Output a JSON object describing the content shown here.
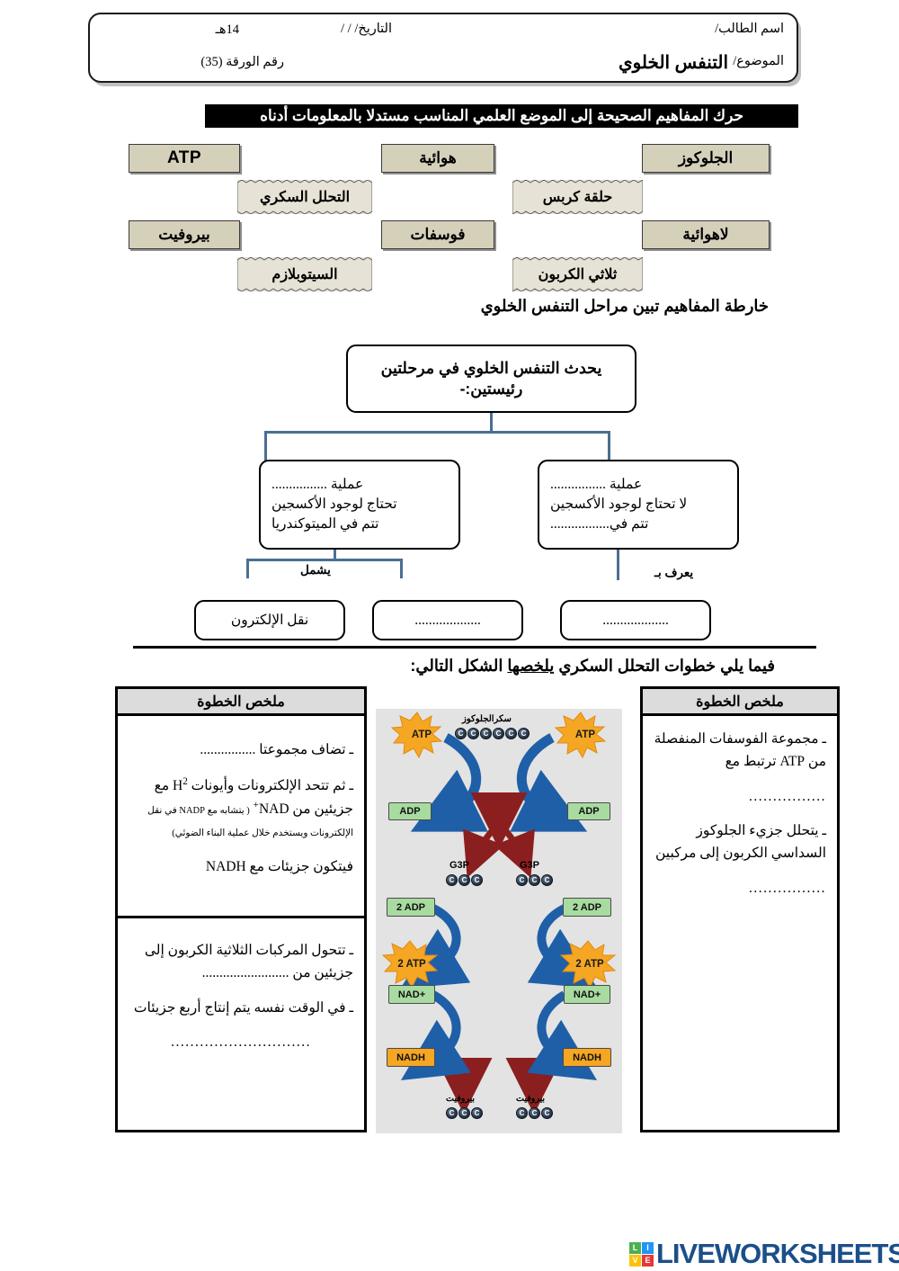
{
  "header": {
    "student_label": "اسم الطالب/",
    "subject_label": "الموضوع/",
    "subject_title": "التنفس الخلوي",
    "date_label": "التاريخ/   /   /",
    "hijri": "14هـ",
    "paper_number": "رقم الورقة (35)"
  },
  "banner": {
    "instruction": "حرك المفاهيم الصحيحة إلى الموضع العلمي المناسب مستدلا بالمعلومات أدناه"
  },
  "concept_tiles": [
    {
      "label": "ATP",
      "type": "latin"
    },
    {
      "label": "هوائية",
      "type": "arabic"
    },
    {
      "label": "الجلوكوز",
      "type": "arabic"
    },
    {
      "label": "بيروفيت",
      "type": "arabic"
    },
    {
      "label": "فوسفات",
      "type": "arabic"
    },
    {
      "label": "لاهوائية",
      "type": "arabic"
    }
  ],
  "zig_tiles": [
    {
      "label": "التحلل السكري"
    },
    {
      "label": "حلقة كربس"
    },
    {
      "label": "السيتوبلازم"
    },
    {
      "label": "ثلاثي الكربون"
    }
  ],
  "map_caption": "خارطة المفاهيم تبين مراحل التنفس الخلوي",
  "flow": {
    "lead": "يحدث التنفس الخلوي في مرحلتين رئيستين:-",
    "process_right": {
      "line1": "عملية ................",
      "line2": "لا تحتاج لوجود الأكسجين",
      "line3": "تتم في................."
    },
    "process_left": {
      "line1": "عملية  ................",
      "line2": "تحتاج لوجود الأكسجين",
      "line3": "تتم في الميتوكندريا"
    },
    "label_includes": "يشمل",
    "label_known_as": "يعرف بـ",
    "terminals": [
      {
        "label": "نقل الإلكترون"
      },
      {
        "label": "..................."
      },
      {
        "label": "..................."
      }
    ]
  },
  "section_intro": {
    "before": "فيما يلي خطوات التحلل السكري ",
    "underlined": "يلخصها",
    "after": " الشكل التالي:"
  },
  "step_table_right": {
    "header": "ملخص الخطوة",
    "cells": [
      {
        "paragraphs": [
          "ـ مجموعة الفوسفات المنفصلة من ATP ترتبط مع",
          "................",
          "ـ يتحلل جزيء الجلوكوز السداسي  الكربون إلى مركبين",
          "................"
        ]
      }
    ]
  },
  "step_table_left": {
    "header": "ملخص الخطوة",
    "cell1": {
      "p1": "ـ تضاف مجموعتا ................",
      "p2_a": "ـ ثم تتحد الإلكترونات وأيونات H",
      "p2_sup": "2",
      "p2_b": " مع جزيئين من NAD",
      "p2_sup2": "+",
      "p2_note": "( يتشابه مع NADP في نقل الإلكترونات ويستخدم خلال عملية البناء الضوئي)",
      "p3": "فيتكون جزيئات مع NADH"
    },
    "cell2": {
      "p1": "ـ تتحول المركبات الثلاثية الكربون إلى جزيئين من .........................",
      "p2": "ـ في الوقت نفسه يتم إنتاج أربع جزيئات",
      "p3": "............................."
    }
  },
  "figure": {
    "glucose_label": "سكرالجلوكوز",
    "atp_top": "ATP",
    "adp_top": "ADP",
    "g3p_label": "G3P",
    "adp2": "2 ADP",
    "atp2": "2 ATP",
    "nad_plus": "NAD+",
    "nadh": "NADH",
    "pyruvate_label": "بيروفيت",
    "carbon_letter": "C",
    "colors": {
      "arrow_blue": "#1f5fa8",
      "arrow_dark_red": "#8b1f1f",
      "burst_orange": "#f5a623",
      "chip_green": "#a8dba0",
      "chip_orange": "#f5a623",
      "background": "#e3e3e3"
    }
  },
  "footer": {
    "brand": "LIVEWORKSHEETS",
    "badge": [
      {
        "letter": "L",
        "color": "#4caf50"
      },
      {
        "letter": "I",
        "color": "#2196f3"
      },
      {
        "letter": "V",
        "color": "#ffc107"
      },
      {
        "letter": "E",
        "color": "#e53935"
      }
    ]
  },
  "colors": {
    "tile_fill": "#d5d0ba",
    "zigtile_fill": "#e6e2d5",
    "connector": "#4a6f92",
    "banner_bg": "#000000",
    "step_header_bg": "#dcdcdc"
  }
}
